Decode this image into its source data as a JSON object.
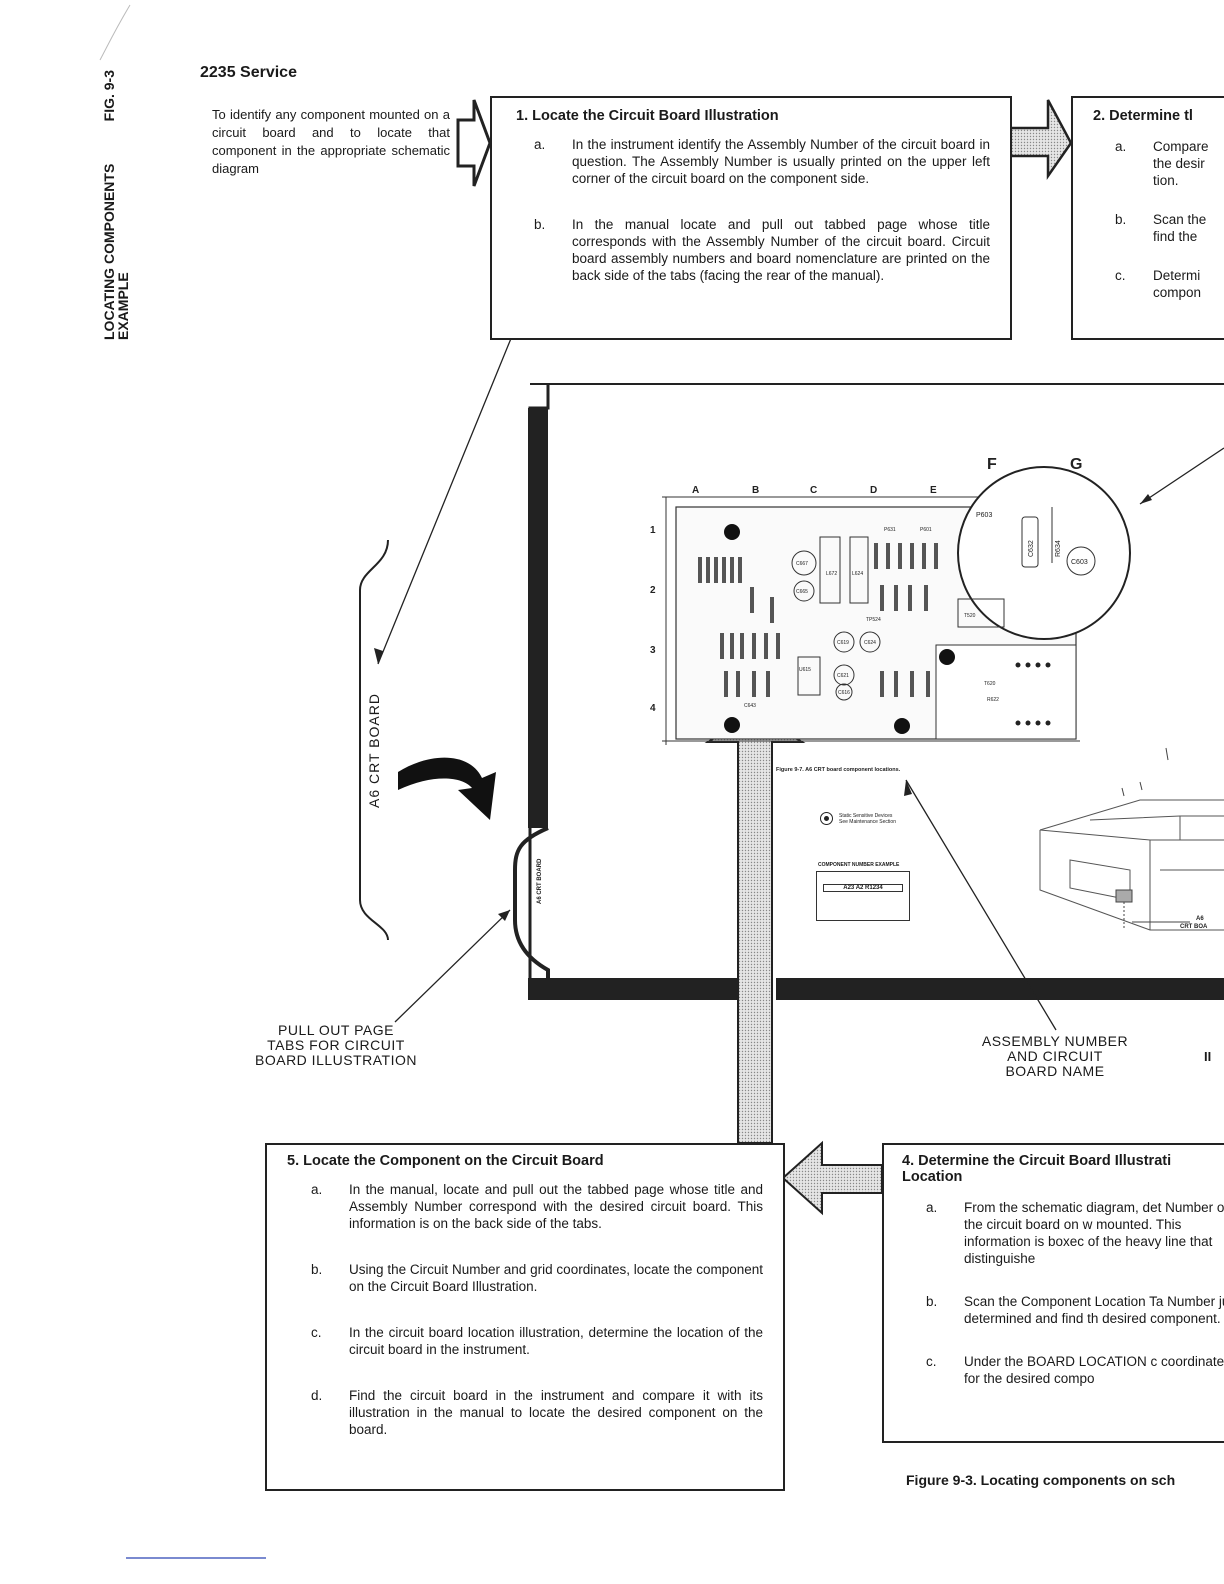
{
  "side_label": {
    "line1_left": "LOCATING COMPONENTS",
    "line1_right": "FIG. 9-3",
    "line2": "EXAMPLE"
  },
  "header": {
    "title": "2235 Service"
  },
  "intro": "To identify any component mounted on a circuit board and to locate that component in the appropriate schematic diagram",
  "step1": {
    "title": "1. Locate the Circuit Board Illustration",
    "items": [
      {
        "letter": "a.",
        "text": "In the instrument identify the Assembly Number of the circuit board in question. The Assembly Number is usually printed on the upper left corner of the circuit board on the component side."
      },
      {
        "letter": "b.",
        "text": "In the manual locate and pull out tabbed page whose title corresponds with the Assembly Number of the circuit board. Circuit board assembly numbers and board nomenclature are printed on the back side of the tabs (facing the rear of the manual)."
      }
    ]
  },
  "step2": {
    "title": "2. Determine tl",
    "items": [
      {
        "letter": "a.",
        "text": "Compare the desir tion."
      },
      {
        "letter": "b.",
        "text": "Scan the find the"
      },
      {
        "letter": "c.",
        "text": "Determi compon"
      }
    ]
  },
  "step5": {
    "title": "5. Locate the Component on the Circuit Board",
    "items": [
      {
        "letter": "a.",
        "text": "In the manual, locate and pull out the tabbed page whose title and Assembly Number correspond with the desired circuit board. This information is on the back side of the tabs."
      },
      {
        "letter": "b.",
        "text": "Using the Circuit Number and grid coordinates, locate the component on the Circuit Board Illustration."
      },
      {
        "letter": "c.",
        "text": "In the circuit board location illustration, determine the location of the circuit board in the instrument."
      },
      {
        "letter": "d.",
        "text": "Find the circuit board in the instrument and compare it with its illustration in the manual to locate the desired component on the board."
      }
    ]
  },
  "step4": {
    "title": "4. Determine the Circuit Board Illustrati",
    "title2": "Location",
    "items": [
      {
        "letter": "a.",
        "text": "From the schematic diagram, det Number of the circuit board on w mounted. This information is boxec of the heavy line that distinguishe"
      },
      {
        "letter": "b.",
        "text": "Scan the Component Location Ta Number just determined and find th desired component."
      },
      {
        "letter": "c.",
        "text": "Under the BOARD LOCATION c coordinates for the desired compo"
      }
    ]
  },
  "labels": {
    "a6_board": "A6 CRT BOARD",
    "tab_small": "A6 CRT BOARD",
    "pull_out": "PULL OUT PAGE\nTABS FOR CIRCUIT\nBOARD ILLUSTRATION",
    "assembly": "ASSEMBLY NUMBER\nAND CIRCUIT\nBOARD NAME",
    "fig_small": "Figure 9-7. A6 CRT board component locations.",
    "static": "Static Sensitive Devices",
    "static2": "See Maintenance Section",
    "example_title": "COMPONENT NUMBER EXAMPLE",
    "example_code": "A23 A2 R1234",
    "a6_small": "A6",
    "crt_bd": "CRT BOA",
    "cut_ii": "II"
  },
  "grid": {
    "cols": [
      "A",
      "B",
      "C",
      "D",
      "E",
      "F",
      "G"
    ],
    "rows": [
      "1",
      "2",
      "3",
      "4"
    ]
  },
  "figure_caption": "Figure 9-3. Locating components on sch",
  "components": {
    "c632": "C632",
    "r634": "R634",
    "c603": "C603",
    "p603": "P603",
    "l672": "L672",
    "l624": "L624",
    "u615": "U615",
    "c667": "C667",
    "c665": "C665",
    "c619": "C619",
    "c624": "C624",
    "c621": "C621",
    "c616": "C616",
    "t520": "T520",
    "t620": "T620",
    "r622": "R622",
    "c643": "C643",
    "tp524": "TP524",
    "p631": "P631",
    "p601": "P601"
  }
}
